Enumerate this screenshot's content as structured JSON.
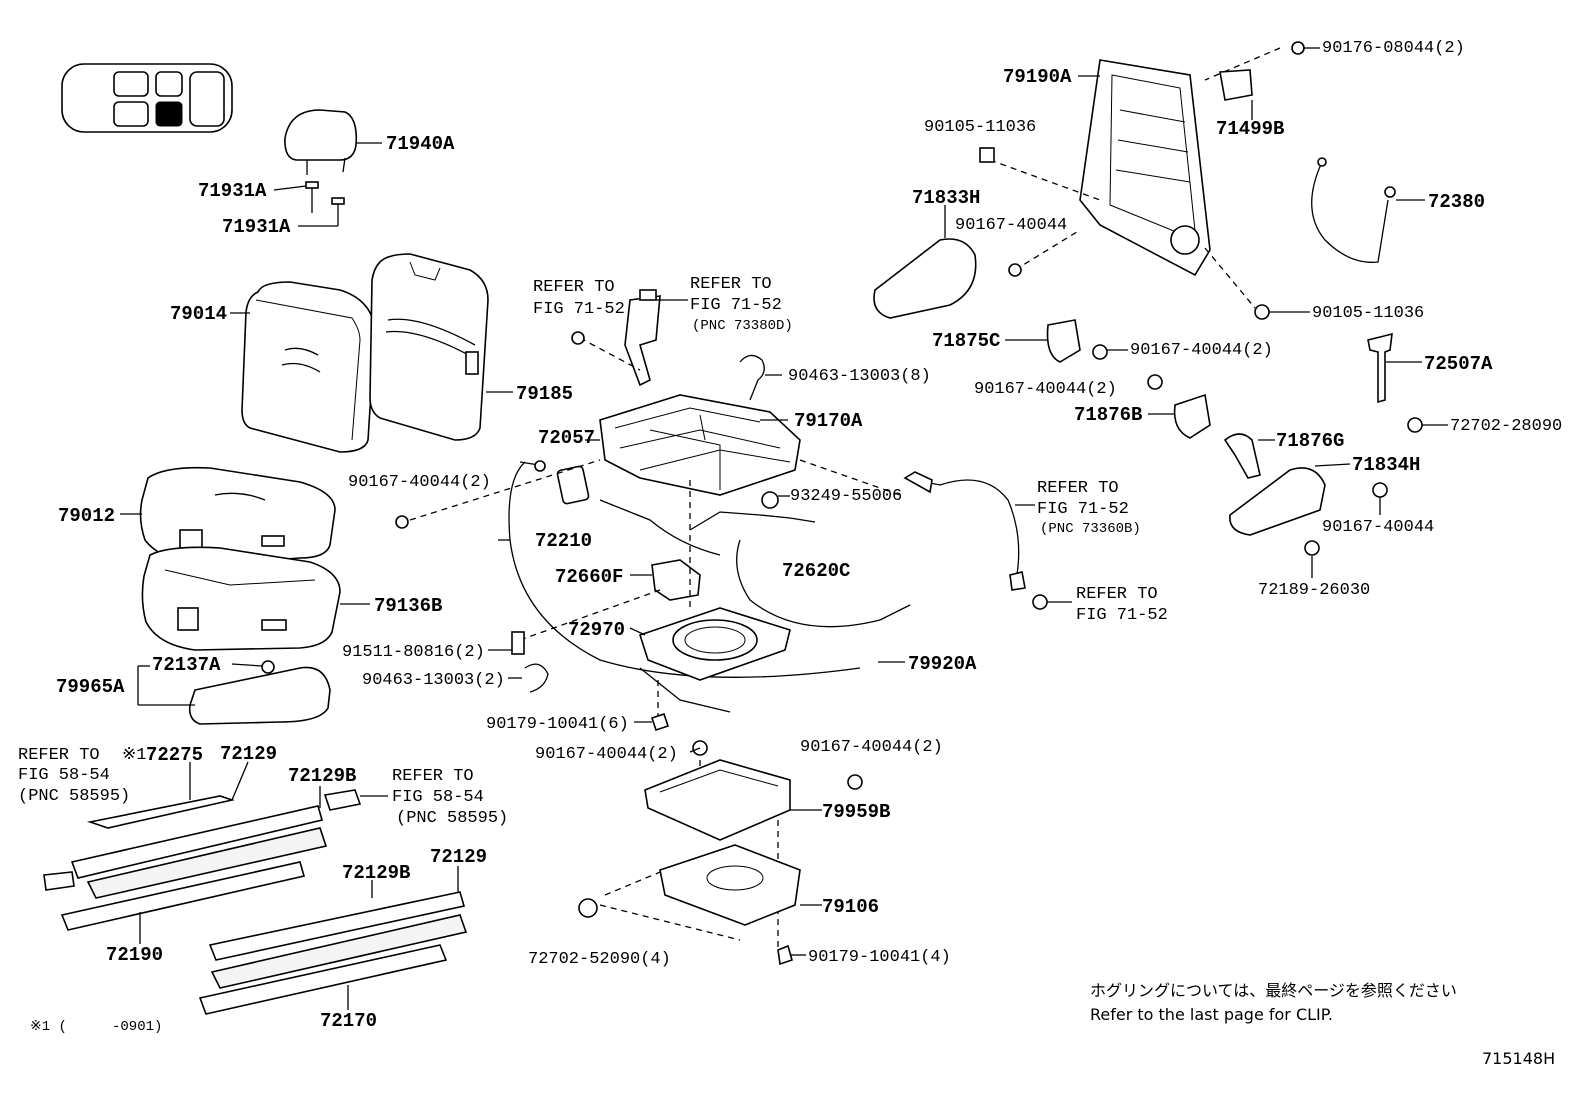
{
  "labels": {
    "p71940A": "71940A",
    "p71931A_1": "71931A",
    "p71931A_2": "71931A",
    "p79014": "79014",
    "p79185": "79185",
    "p79012": "79012",
    "p79136B": "79136B",
    "p72137A": "72137A",
    "p79965A": "79965A",
    "p90167_40044_2a": "90167-40044(2)",
    "p72057": "72057",
    "p72210": "72210",
    "p72660F": "72660F",
    "p91511_80816_2": "91511-80816(2)",
    "p90463_13003_2": "90463-13003(2)",
    "p90179_10041_6": "90179-10041(6)",
    "p72970": "72970",
    "p79170A": "79170A",
    "p90463_13003_8": "90463-13003(8)",
    "p93249_55006": "93249-55006",
    "p72620C": "72620C",
    "p79920A": "79920A",
    "p90167_40044_2b": "90167-40044(2)",
    "p90167_40044_2c": "90167-40044(2)",
    "p79959B": "79959B",
    "p79106": "79106",
    "p72702_52090_4": "72702-52090(4)",
    "p90179_10041_4": "90179-10041(4)",
    "p72275": "72275",
    "p72129_1": "72129",
    "p72129B_1": "72129B",
    "p72190": "72190",
    "p72129B_2": "72129B",
    "p72129_2": "72129",
    "p72170": "72170",
    "p79190A": "79190A",
    "p90176_08044_2": "90176-08044(2)",
    "p71499B": "71499B",
    "p90105_11036_a": "90105-11036",
    "p71833H": "71833H",
    "p90167_40044_a": "90167-40044",
    "p72380": "72380",
    "p90105_11036_b": "90105-11036",
    "p71875C": "71875C",
    "p90167_40044_2d": "90167-40044(2)",
    "p72507A": "72507A",
    "p90167_40044_2e": "90167-40044(2)",
    "p71876B": "71876B",
    "p72702_28090": "72702-28090",
    "p71876G": "71876G",
    "p71834H": "71834H",
    "p90167_40044_b": "90167-40044",
    "p72189_26030": "72189-26030"
  },
  "refs": {
    "r1_l1": "REFER TO",
    "r1_l2": "FIG 71-52",
    "r2_l1": "REFER TO",
    "r2_l2": "FIG 71-52",
    "r2_l3": "(PNC 73380D)",
    "r3_l1": "REFER TO",
    "r3_l2": "FIG 71-52",
    "r3_l3": "(PNC 73360B)",
    "r4_l1": "REFER TO",
    "r4_l2": "FIG 71-52",
    "r5_l1": "REFER TO",
    "r5_l1b": "※1",
    "r5_l2": "FIG 58-54",
    "r5_l3": "(PNC 58595)",
    "r6_l1": "REFER TO",
    "r6_l2": "FIG 58-54",
    "r6_l3": "(PNC 58595)"
  },
  "footnote": {
    "marker": "※1 (",
    "range": "-0901)"
  },
  "clip_note": {
    "jp": "ホグリングについては、最終ページを参照ください",
    "en": "Refer to the last page for CLIP."
  },
  "figure_id": "715148H",
  "seat_locator": {
    "highlighted_position": "rear-center-right"
  }
}
